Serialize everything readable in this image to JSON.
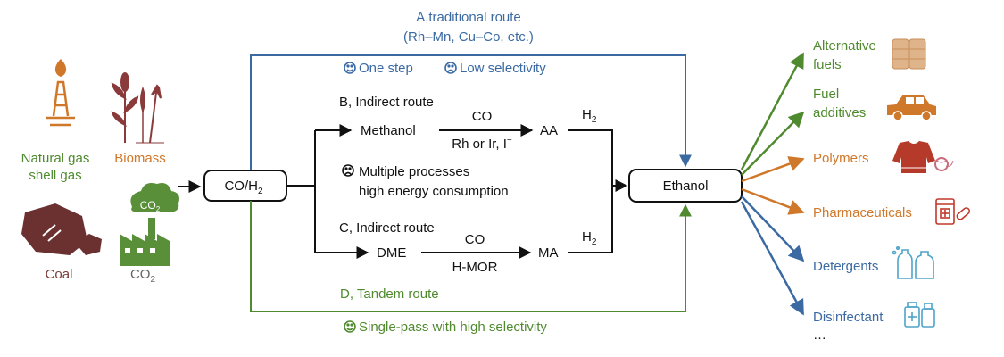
{
  "colors": {
    "blue": "#3b6aa3",
    "green": "#4f8a2f",
    "orange": "#d0782a",
    "brown": "#7a3b3b",
    "black": "#111111"
  },
  "sources": {
    "natural_gas_line1": "Natural gas",
    "natural_gas_line2": "shell gas",
    "biomass": "Biomass",
    "coal": "Coal",
    "co2": "CO",
    "co2_sub": "2",
    "co2_cloud": "CO",
    "co2_cloud_sub": "2"
  },
  "syngas": {
    "main": "CO/H",
    "sub": "2"
  },
  "ethanol": "Ethanol",
  "route_a": {
    "title": "A,traditional route",
    "catalysts": "(Rh–Mn, Cu–Co, etc.)",
    "pro": "One step",
    "con": "Low selectivity"
  },
  "route_b": {
    "title": "B, Indirect route",
    "intermediate": "Methanol",
    "reagent": "CO",
    "catalyst": "Rh or Ir, I",
    "catalyst_sup": "−",
    "product": "AA",
    "h2": "H",
    "h2_sub": "2",
    "con_line1": "Multiple processes",
    "con_line2": "high energy consumption"
  },
  "route_c": {
    "title": "C, Indirect route",
    "intermediate": "DME",
    "reagent": "CO",
    "catalyst": "H-MOR",
    "product": "MA",
    "h2": "H",
    "h2_sub": "2"
  },
  "route_d": {
    "title": "D, Tandem route",
    "pro": "Single-pass with high selectivity"
  },
  "products": [
    {
      "line1": "Alternative",
      "line2": "fuels",
      "color": "#4f8a2f",
      "icon": "fuel-barrels-icon"
    },
    {
      "line1": "Fuel",
      "line2": "additives",
      "color": "#4f8a2f",
      "icon": "car-icon"
    },
    {
      "line1": "Polymers",
      "line2": "",
      "color": "#d0782a",
      "icon": "sweater-icon"
    },
    {
      "line1": "Pharmaceuticals",
      "line2": "",
      "color": "#d0782a",
      "icon": "medicine-icon"
    },
    {
      "line1": "Detergents",
      "line2": "",
      "color": "#3b6aa3",
      "icon": "detergent-bottles-icon"
    },
    {
      "line1": "Disinfectant",
      "line2": "",
      "color": "#3b6aa3",
      "icon": "disinfectant-bottles-icon"
    }
  ],
  "more": "…"
}
